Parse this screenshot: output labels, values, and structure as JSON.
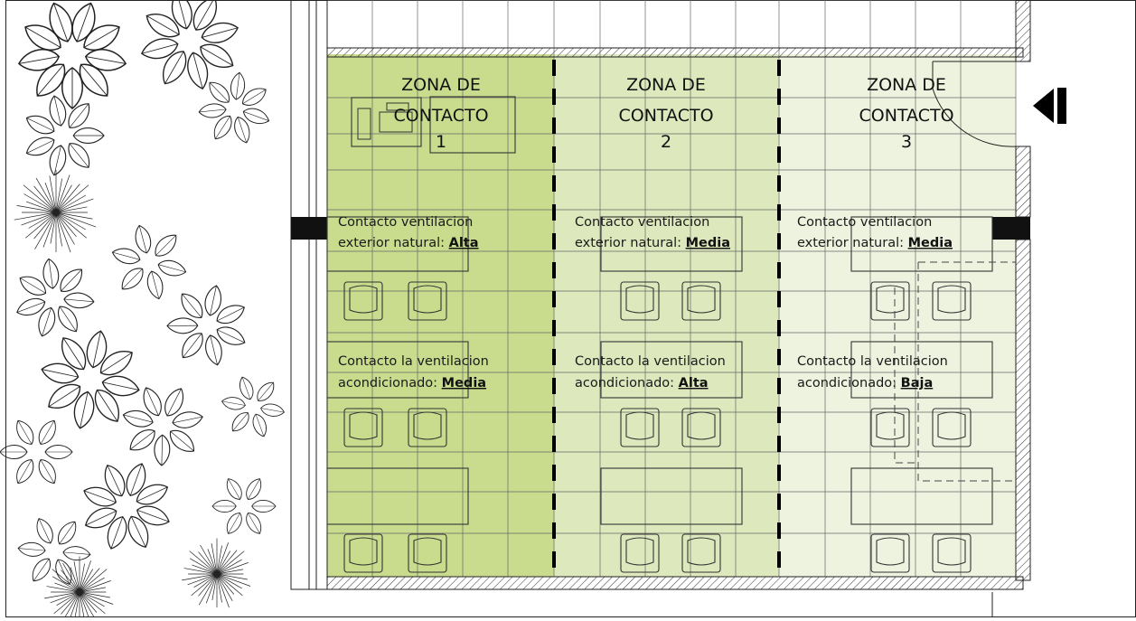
{
  "zones": [
    {
      "title_line1": "ZONA DE",
      "title_line2": "CONTACTO",
      "number": "1",
      "fill": "#c9dc8e",
      "natural_label_line1": "Contacto ventilacion",
      "natural_label_line2": "exterior natural: ",
      "natural_value": "Alta",
      "conditioned_label_line1": "Contacto la ventilacion",
      "conditioned_label_line2": "acondicionado: ",
      "conditioned_value": "Media"
    },
    {
      "title_line1": "ZONA DE",
      "title_line2": "CONTACTO",
      "number": "2",
      "fill": "#dde8bd",
      "natural_label_line1": "Contacto ventilacion",
      "natural_label_line2": "exterior natural: ",
      "natural_value": "Media",
      "conditioned_label_line1": "Contacto la ventilacion",
      "conditioned_label_line2": "acondicionado: ",
      "conditioned_value": "Alta"
    },
    {
      "title_line1": "ZONA DE",
      "title_line2": "CONTACTO",
      "number": "3",
      "fill": "#eef3df",
      "natural_label_line1": "Contacto ventilacion",
      "natural_label_line2": "exterior natural: ",
      "natural_value": "Media",
      "conditioned_label_line1": "Contacto la ventilacion",
      "conditioned_label_line2": "acondicionado: ",
      "conditioned_value": "Baja"
    }
  ],
  "icons": {
    "entrance": "entrance-arrow-icon",
    "vegetation": "tree-plan-icon",
    "furniture": "chair-icon"
  },
  "colors": {
    "line": "#2a2a2a",
    "grid": "#555555",
    "divider": "#000000"
  }
}
